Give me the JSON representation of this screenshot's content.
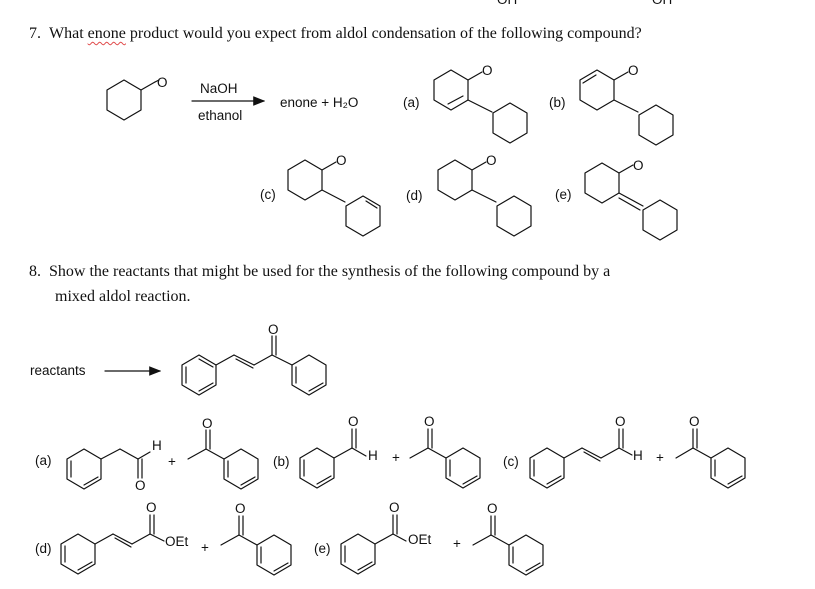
{
  "questions": [
    {
      "number": "7.",
      "text_before": "What ",
      "flagged_word": "enone",
      "text_after": " product would you expect from aldol condensation of the following compound?"
    },
    {
      "number": "8.",
      "line1": "Show the reactants that might be used for the synthesis of the following compound by a",
      "line2": "mixed aldol reaction."
    }
  ],
  "q7": {
    "reagent_top": "NaOH",
    "reagent_bottom": "ethanol",
    "product_text": "enone + H₂O",
    "oxygen": "O",
    "options": [
      "(a)",
      "(b)",
      "(c)",
      "(d)",
      "(e)"
    ]
  },
  "q8": {
    "reactants_label": "reactants",
    "oxygen": "O",
    "hydrogen": "H",
    "plus": "+",
    "ester_group": "OEt",
    "options": [
      "(a)",
      "(b)",
      "(c)",
      "(d)",
      "(e)"
    ]
  },
  "top_cutoff_text": [
    "OH",
    "OH"
  ]
}
